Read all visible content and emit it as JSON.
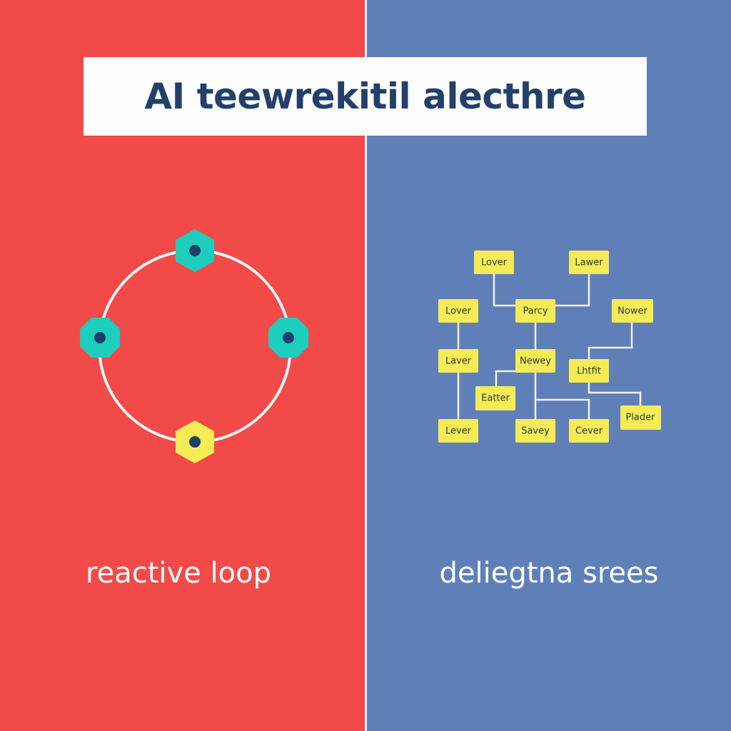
{
  "title": "AI teewrekitil alecthre",
  "left_panel": {
    "label": "reactive loop",
    "colors": {
      "background": "#f24a48",
      "node_teal": "#1dcdbd",
      "node_yellow": "#f5ec55",
      "node_dot": "#1f3f6b"
    }
  },
  "right_panel": {
    "label": "deliegtna srees",
    "colors": {
      "background": "#5f7fb8",
      "node": "#f5ec55"
    },
    "nodes": [
      "Lover",
      "Lawer",
      "Lover",
      "Parcy",
      "Nower",
      "Laver",
      "Newey",
      "Lhtfit",
      "Eatter",
      "Plader",
      "Lever",
      "Savey",
      "Cever"
    ]
  }
}
